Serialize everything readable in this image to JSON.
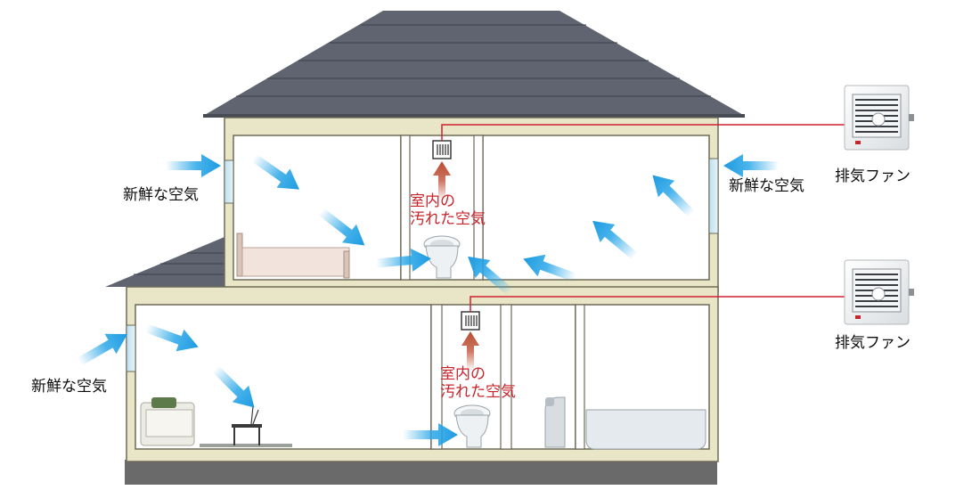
{
  "colors": {
    "roof": "#5f6470",
    "wall": "#e9e6c8",
    "wall_edge": "#6d6b57",
    "foundation": "#6a6a6a",
    "fresh_air_arrow": "#2aa7e8",
    "dirty_air_arrow": "#c2553c",
    "duct_line": "#d02030"
  },
  "labels": {
    "fresh_air_top_left": "新鮮な空気",
    "fresh_air_top_right": "新鮮な空気",
    "fresh_air_bottom_left": "新鮮な空気",
    "dirty_air_upper": [
      "室内の",
      "汚れた空気"
    ],
    "dirty_air_lower": [
      "室内の",
      "汚れた空気"
    ],
    "exhaust_fan_upper": "排気ファン",
    "exhaust_fan_lower": "排気ファン"
  },
  "icons": {
    "fan_unit": "exhaust-fan-icon",
    "vent_grille": "vent-grille-icon",
    "toilet": "toilet-icon",
    "bed": "bed-icon",
    "sofa": "sofa-icon",
    "table": "table-icon",
    "bathtub": "bathtub-icon",
    "sink": "washbasin-icon"
  }
}
